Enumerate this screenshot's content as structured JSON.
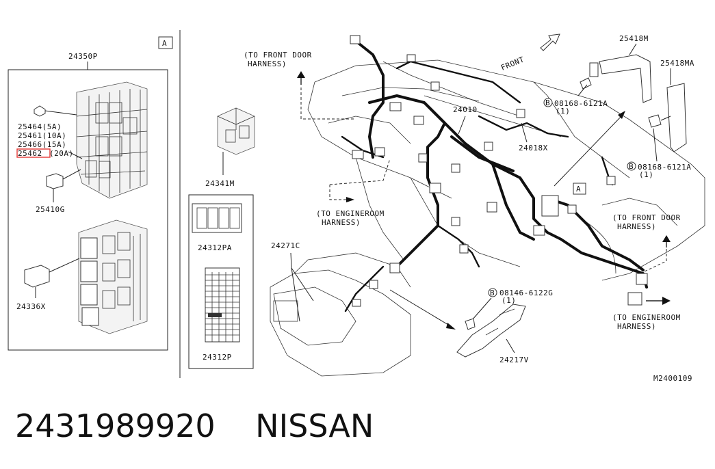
{
  "labels": {
    "section_a": "A",
    "callout_a": "A",
    "p24350p": "24350P",
    "p25464": "25464(5A)",
    "p25461": "25461(10A)",
    "p25466": "25466(15A)",
    "p25462": "25462",
    "p25462_amp": "(20A)",
    "p25410g": "25410G",
    "p24336x": "24336X",
    "p24341m": "24341M",
    "p24312pa": "24312PA",
    "p24312p": "24312P",
    "p24271c": "24271C",
    "p24010": "24010",
    "p24018x": "24018X",
    "p25418m": "25418M",
    "p25418ma": "25418MA",
    "bolt1": "08168-6121A",
    "bolt1_qty": "(1)",
    "bolt2": "08168-6121A",
    "bolt2_qty": "(1)",
    "bolt3": "08146-6122G",
    "bolt3_qty": "(1)",
    "bolt_mark": "B",
    "p24217v": "24217V",
    "front": "FRONT",
    "to_front_door_1a": "(TO FRONT DOOR",
    "to_front_door_1b": "HARNESS)",
    "to_engineroom_1a": "(TO ENGINEROOM",
    "to_engineroom_1b": "HARNESS)",
    "to_front_door_2a": "(TO FRONT DOOR",
    "to_front_door_2b": "HARNESS)",
    "to_engineroom_2a": "(TO ENGINEROOM",
    "to_engineroom_2b": "HARNESS)",
    "diagram_code": "M2400109"
  },
  "caption": {
    "part_number": "2431989920",
    "brand": "NISSAN"
  },
  "colors": {
    "highlight": "#e53935",
    "ink": "#111111"
  }
}
